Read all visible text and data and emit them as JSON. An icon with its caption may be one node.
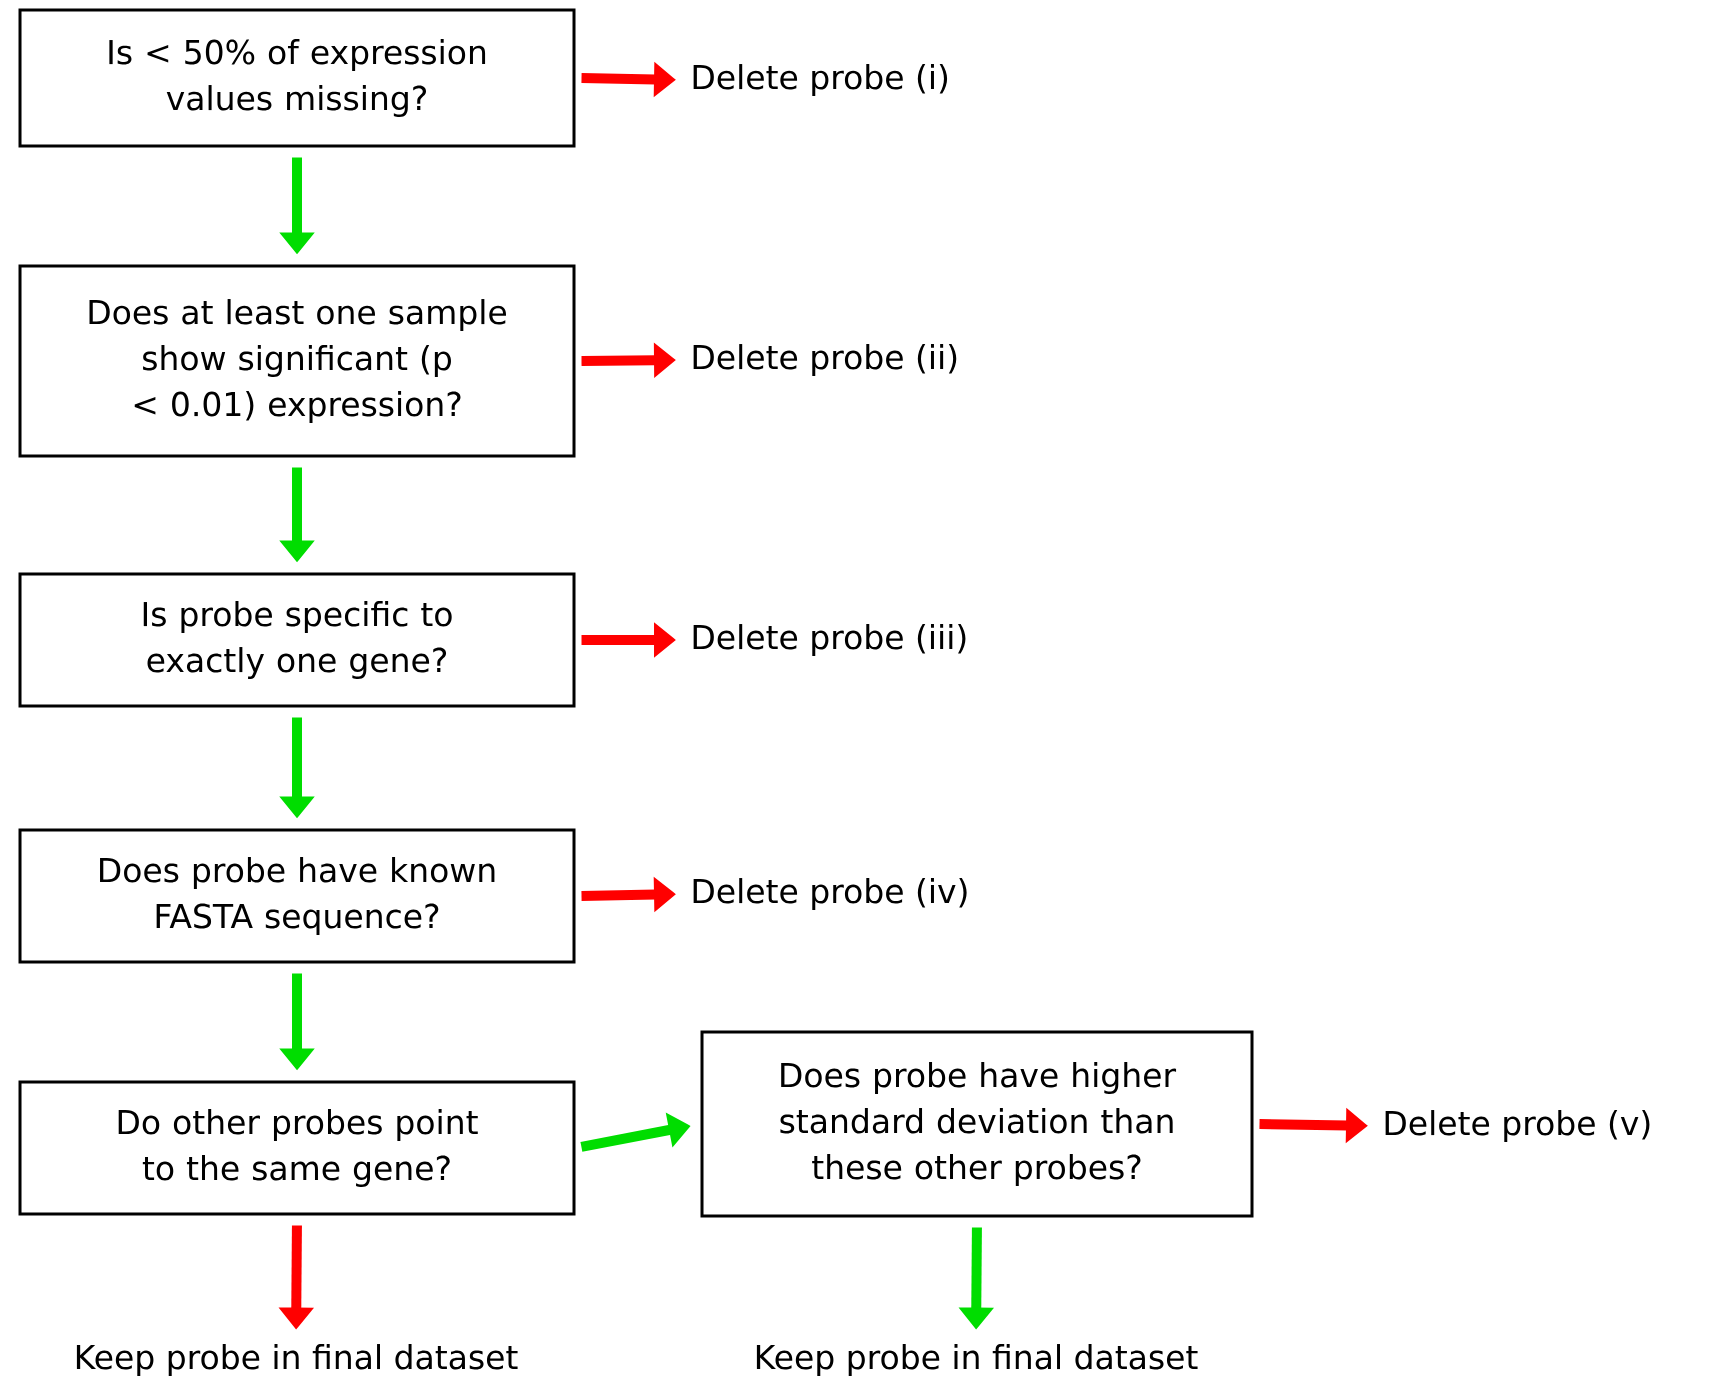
{
  "diagram": {
    "nodes": [
      {
        "text": [
          "Is < 50% of expression values missing?"
        ]
      },
      {
        "text": [
          "Delete probe (i)"
        ]
      },
      {
        "text": [
          "Does at least one sample show significant (p < 0.01) expression?"
        ]
      },
      {
        "text": [
          "Delete probe (ii)"
        ]
      },
      {
        "text": [
          "Is probe specific to exactly one gene?"
        ]
      },
      {
        "text": [
          "Delete probe (iii)"
        ]
      },
      {
        "text": [
          "Does probe have known FASTA sequence?"
        ]
      },
      {
        "text": [
          "Delete probe (iv)"
        ]
      },
      {
        "text": [
          "Do other probes point to the same gene?"
        ]
      },
      {
        "text": [
          "Does probe have higher standard deviation than these other probes?"
        ]
      },
      {
        "text": [
          "Delete probe (v)"
        ]
      },
      {
        "text": [
          "Keep probe in final dataset"
        ]
      },
      {
        "text": [
          "Keep probe in final dataset"
        ]
      }
    ],
    "edges": [
      {
        "from": 0,
        "to": 1,
        "arrow": "to",
        "color": "#ff0000"
      },
      {
        "from": 0,
        "to": 2,
        "arrow": "to",
        "color": "#00dd00"
      },
      {
        "from": 2,
        "to": 3,
        "arrow": "to",
        "color": "#ff0000"
      },
      {
        "from": 2,
        "to": 4,
        "arrow": "to",
        "color": "#00dd00"
      },
      {
        "from": 4,
        "to": 5,
        "arrow": "to",
        "color": "#ff0000"
      },
      {
        "from": 4,
        "to": 6,
        "arrow": "to",
        "color": "#00dd00"
      },
      {
        "from": 6,
        "to": 7,
        "arrow": "to",
        "color": "#ff0000"
      },
      {
        "from": 6,
        "to": 8,
        "arrow": "to",
        "color": "#00dd00"
      },
      {
        "from": 8,
        "to": 9,
        "arrow": "to",
        "color": "#00dd00"
      },
      {
        "from": 8,
        "to": 11,
        "arrow": "to",
        "color": "#ff0000"
      },
      {
        "from": 9,
        "to": 10,
        "arrow": "to",
        "color": "#ff0000"
      },
      {
        "from": 9,
        "to": 12,
        "arrow": "to",
        "color": "#00dd00"
      }
    ]
  }
}
